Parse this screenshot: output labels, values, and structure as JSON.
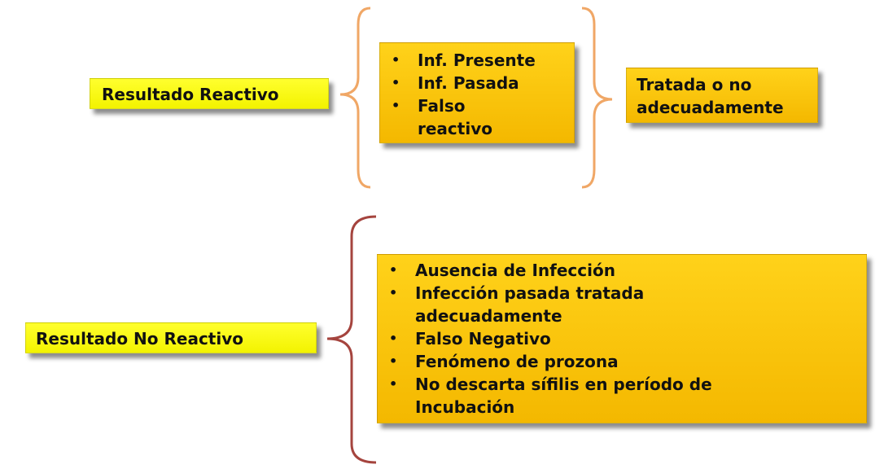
{
  "reactive": {
    "label": "Resultado Reactivo",
    "items": [
      "Inf. Presente",
      "Inf. Pasada",
      "Falso reactivo"
    ],
    "outcome": "Tratada o no adecuadamente"
  },
  "non_reactive": {
    "label": "Resultado No Reactivo",
    "items": [
      "Ausencia de Infección",
      "Infección pasada tratada adecuadamente",
      "Falso Negativo",
      "Fenómeno de prozona",
      "No descarta sífilis en período de Incubación"
    ]
  },
  "colors": {
    "label_fill": "#ffff00",
    "list_fill": "#ffc000",
    "brace_top": "#f4a460",
    "brace_bottom": "#a0413e"
  },
  "bullet_glyph": "•"
}
